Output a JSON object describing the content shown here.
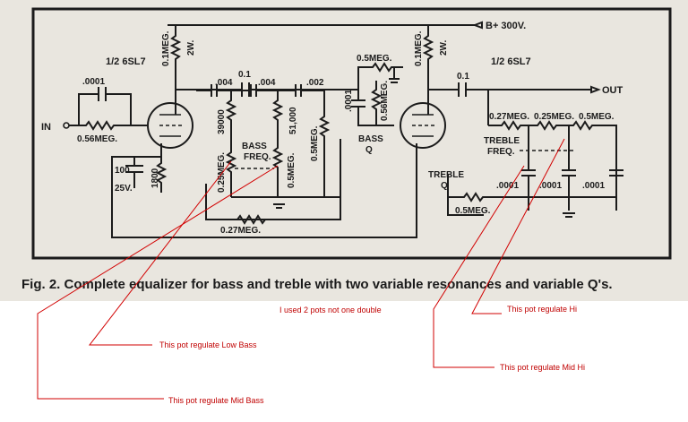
{
  "circuit": {
    "supply": "B+ 300V.",
    "input": "IN",
    "output": "OUT",
    "tube_left": "1/2 6SL7",
    "tube_right": "1/2 6SL7",
    "labels": {
      "c_in": ".0001",
      "r_in": "0.56MEG.",
      "plate_left": "0.1MEG.",
      "plate_left_w": "2W.",
      "c_couple_top": "0.1",
      "c_004a": ".004",
      "c_004b": ".004",
      "c_002": ".002",
      "r_39000": "39000",
      "r_51000": "51,000",
      "pot_bass_a": "0.25MEG.",
      "pot_bass_b": "0.5MEG.",
      "pot_mid": "0.5MEG.",
      "bass_freq": "BASS FREQ.",
      "bass_freq_l1": "BASS",
      "bass_freq_l2": "FREQ.",
      "cap_100": "100",
      "volt_25": "25V.",
      "r_1800": "1800",
      "r_feedback": "0.27MEG.",
      "pot_bass_q": "0.5MEG.",
      "c_0001_mid": ".0001",
      "r_056_mid": "0.56MEG.",
      "bass_q_l1": "BASS",
      "bass_q_l2": "Q",
      "plate_right": "0.1MEG.",
      "plate_right_w": "2W.",
      "c_out": "0.1",
      "r_027_t": "0.27MEG.",
      "pot_025_t": "0.25MEG.",
      "pot_05_t": "0.5MEG.",
      "treble_freq_l1": "TREBLE",
      "treble_freq_l2": "FREQ.",
      "treble_q_l1": "TREBLE",
      "treble_q_l2": "Q",
      "pot_treble_q": "0.5MEG.",
      "c_t1": ".0001",
      "c_t2": ".0001",
      "c_t3": ".0001"
    }
  },
  "caption": "Fig. 2. Complete equalizer for bass and treble with two variable resonances and variable Q's.",
  "annotations": {
    "two_pots": "I used 2 pots not one double",
    "low_bass": "This pot regulate Low Bass",
    "mid_bass": "This pot regulate Mid Bass",
    "hi": "This pot regulate Hi",
    "mid_hi": "This pot regulate Mid Hi"
  },
  "colors": {
    "annotation": "#d20000",
    "scan_background": "#e9e6df",
    "ink": "#1b1b1b"
  }
}
